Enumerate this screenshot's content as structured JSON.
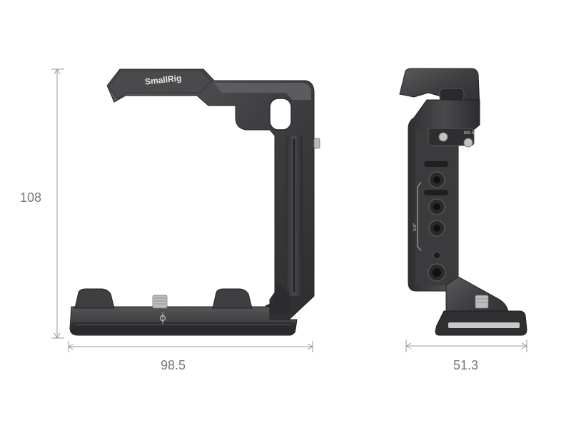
{
  "dimensions": {
    "height": "108",
    "front_width": "98.5",
    "side_width": "51.3"
  },
  "labels": {
    "brand_logo": "SmallRig",
    "thread_mark": "1/4\"",
    "screw_mark": "M2.5"
  },
  "colors": {
    "body_dark": "#3a3a3c",
    "body_mid": "#4d4d50",
    "body_light": "#6b6b6e",
    "dimension_line": "#9a9a9a",
    "dimension_text": "#777777"
  }
}
